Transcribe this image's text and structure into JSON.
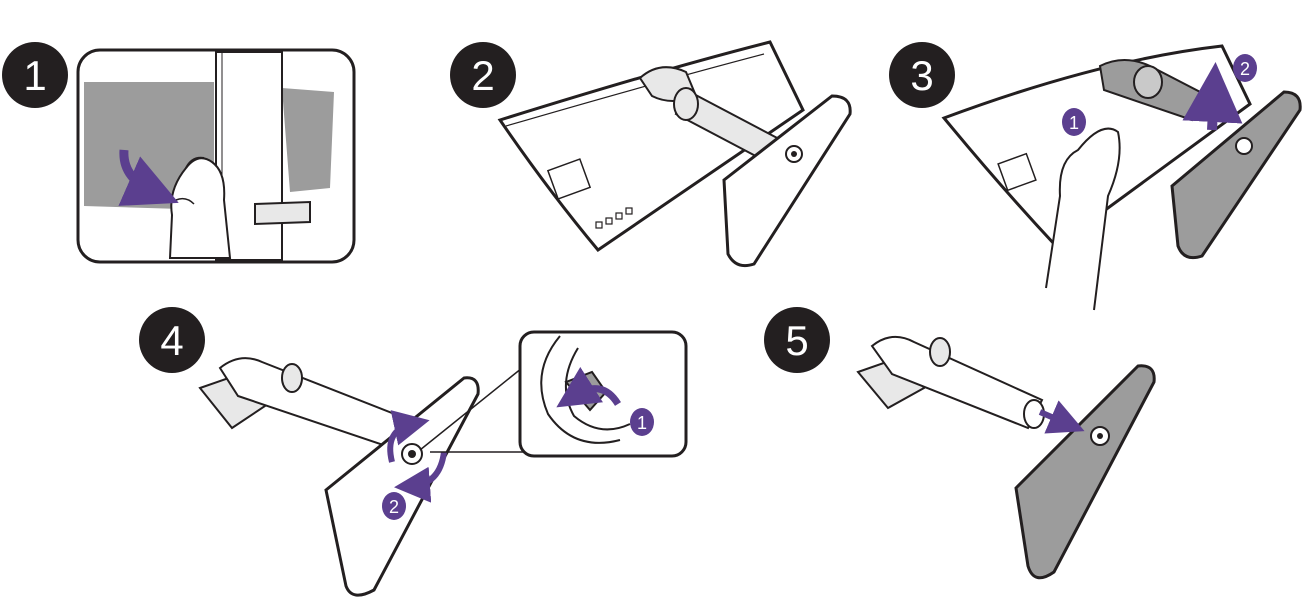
{
  "steps": [
    {
      "number": "1"
    },
    {
      "number": "2"
    },
    {
      "number": "3"
    },
    {
      "number": "4"
    },
    {
      "number": "5"
    }
  ],
  "sub_markers": {
    "step3_a": "1",
    "step3_b": "2",
    "step4_a": "1",
    "step4_b": "2"
  },
  "colors": {
    "badge_fill": "#231f20",
    "badge_text": "#ffffff",
    "accent": "#5b3f8f",
    "accent_light": "#c9bcdf",
    "panel_gray": "#9c9c9c",
    "part_light": "#e8e8e8",
    "line": "#231f20"
  },
  "icons": {
    "step1": "hand-unlatch-icon",
    "step2": "monitor-with-stand-icon",
    "step3": "hand-lift-stand-icon",
    "step4": "base-screw-rotate-icon",
    "step5": "separate-base-icon"
  }
}
